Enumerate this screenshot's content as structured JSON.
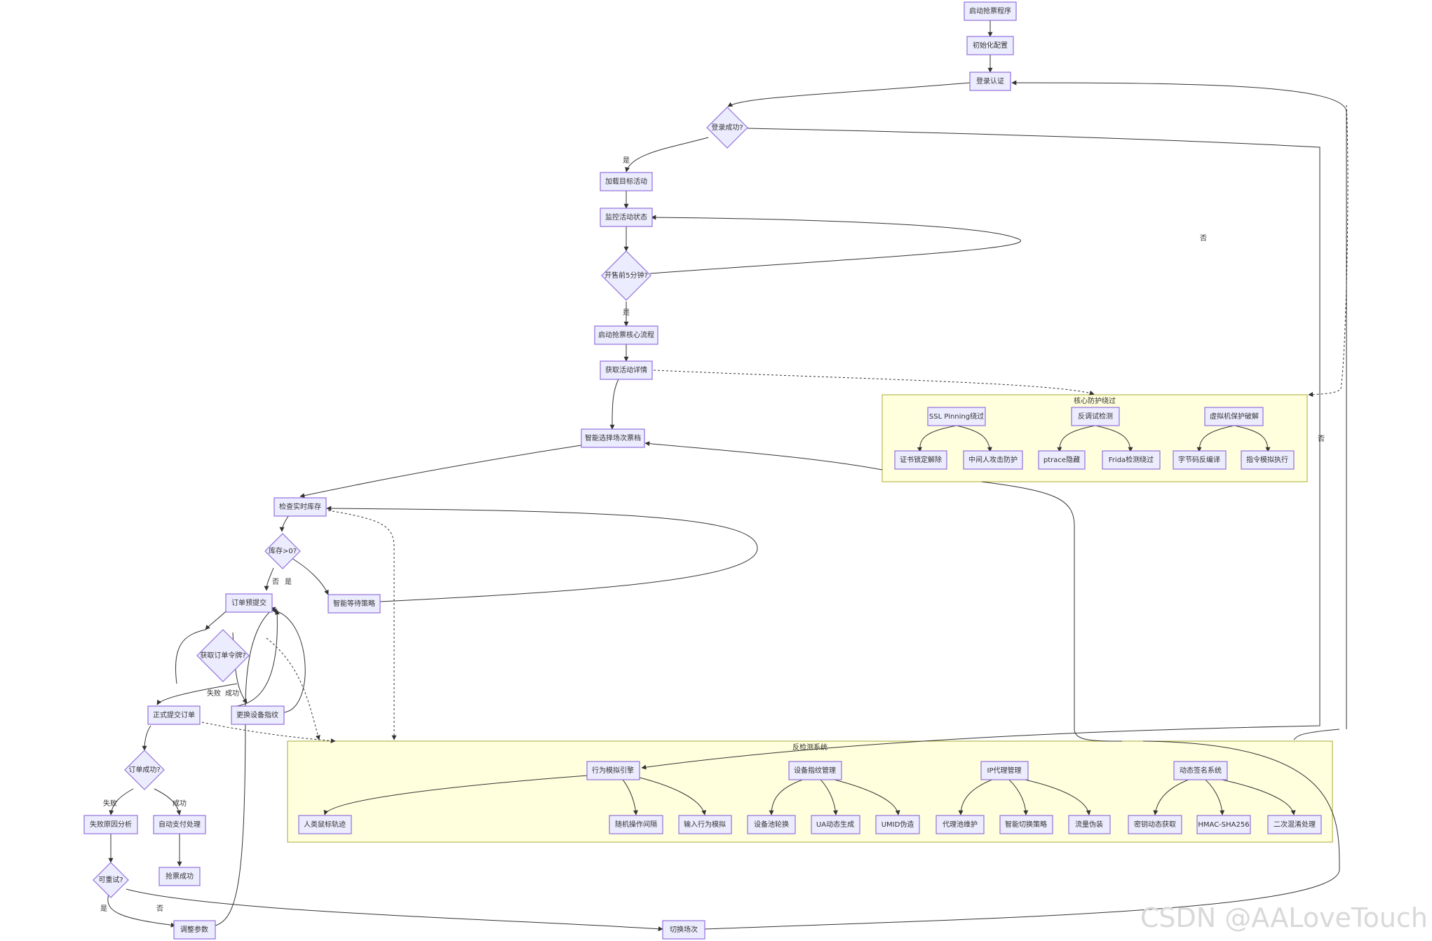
{
  "watermark": "CSDN @AALoveTouch",
  "clusters": {
    "core": "核心防护绕过",
    "anti": "反检测系统"
  },
  "nodes": {
    "start": "启动抢票程序",
    "init": "初始化配置",
    "login": "登录认证",
    "login_ok": "登录成功?",
    "load_event": "加载目标活动",
    "monitor": "监控活动状态",
    "five_min": "开售前5分钟?",
    "start_core": "启动抢票核心流程",
    "get_detail": "获取活动详情",
    "select": "智能选择场次票档",
    "check_stock": "检查实时库存",
    "stock_gt0": "库存>0?",
    "wait": "智能等待策略",
    "pre_submit": "订单预提交",
    "token": "获取订单令牌?",
    "change_fp": "更换设备指纹",
    "submit": "正式提交订单",
    "order_ok": "订单成功?",
    "fail_analysis": "失败原因分析",
    "auto_pay": "自动支付处理",
    "success": "抢票成功",
    "retry": "可重试?",
    "adjust": "调整参数",
    "switch": "切换场次",
    "ssl": "SSL Pinning绕过",
    "cert": "证书锁定解除",
    "mitm": "中间人攻击防护",
    "antidebug": "反调试检测",
    "ptrace": "ptrace隐藏",
    "frida": "Frida检测绕过",
    "vm": "虚拟机保护破解",
    "bytecode": "字节码反编译",
    "instr": "指令模拟执行",
    "behavior": "行为模拟引擎",
    "mouse": "人类鼠标轨迹",
    "interval": "随机操作间隔",
    "input": "输入行为模拟",
    "devfp": "设备指纹管理",
    "devpool": "设备池轮换",
    "ua": "UA动态生成",
    "umid": "UMID伪造",
    "ip": "IP代理管理",
    "proxypool": "代理池维护",
    "smartswitch": "智能切换策略",
    "traffic": "流量伪装",
    "sign": "动态签名系统",
    "key": "密钥动态获取",
    "hmac": "HMAC-SHA256",
    "hash": "二次混淆处理"
  },
  "edge_labels": {
    "yes": "是",
    "no": "否",
    "fail": "失败",
    "succeed": "成功"
  }
}
